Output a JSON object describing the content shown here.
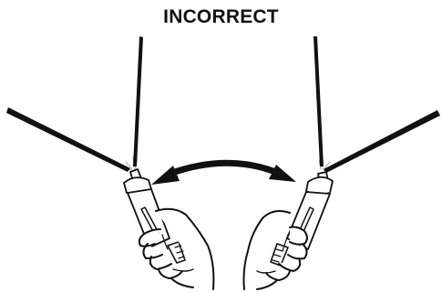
{
  "title": "INCORRECT",
  "colors": {
    "ink": "#111111",
    "background": "#ffffff"
  },
  "icons": {
    "swing": "double-headed-curved-arrow",
    "sprayer": "hand-held-spray-gun",
    "hand": "hand"
  }
}
